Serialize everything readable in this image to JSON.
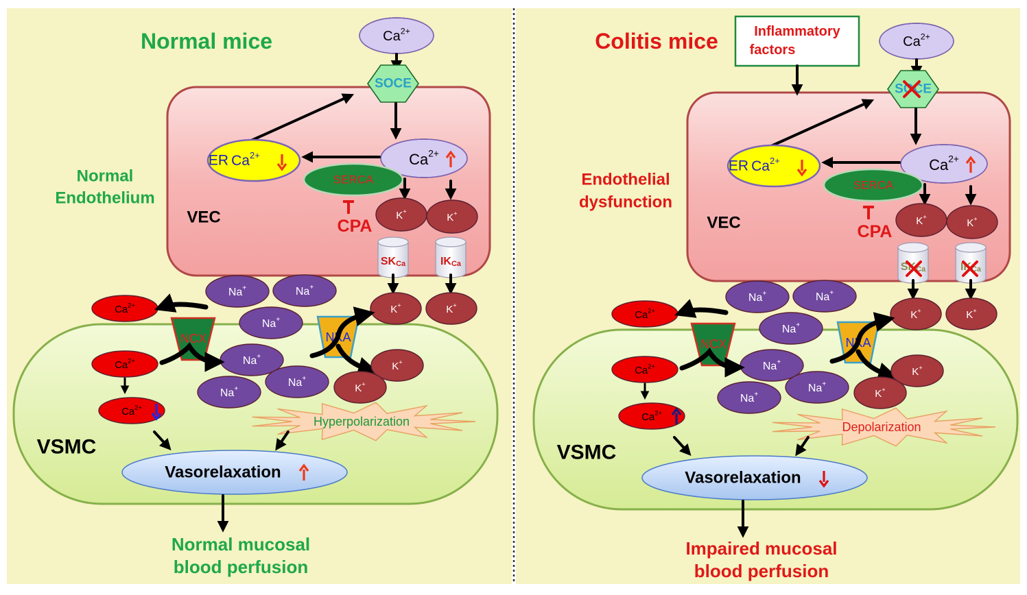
{
  "colors": {
    "panel_bg": "#f6f3c4",
    "vec_fill": "#f4a8a8",
    "vec_stroke": "#b04848",
    "vsmc_fill": "#e2f0a8",
    "vsmc_stroke": "#86b04a",
    "green_text": "#1ea84a",
    "red_text": "#e01818",
    "ca_purple": "#d6ccf2",
    "er_yellow": "#ffff00",
    "serca_green": "#1e8a3c",
    "k_red": "#a8393c",
    "na_purple": "#7048a0",
    "ca_red": "#ee0000",
    "ncx_green": "#19803c",
    "nka_orange": "#f2b018",
    "soce_green": "#9eecaa",
    "vaso_blue": "#c6dcf8",
    "polar_orange": "#fcd8b8"
  },
  "panels": [
    {
      "title": "Normal mice",
      "state_label": [
        "Normal",
        "Endothelium"
      ],
      "vec_label": "VEC",
      "vsmc_label": "VSMC",
      "soce": "SOCE",
      "ca_top": "Ca2+",
      "ca_cyto": "Ca2+",
      "er_ca": "ER Ca2+",
      "serca": "SERCA",
      "cpa": "CPA",
      "sk_base": "SK",
      "sk_sub": "Ca",
      "ik_base": "IK",
      "ik_sub": "Ca",
      "k_ion": "K+",
      "na_ion": "Na+",
      "ca_ion": "Ca2+",
      "ncx": "NCX",
      "nka": "NKA",
      "polarization": "Hyperpolarization",
      "vasorelaxation": "Vasorelaxation",
      "outcome": [
        "Normal mucosal",
        "blood perfusion"
      ]
    },
    {
      "title": "Colitis mice",
      "inflammatory": [
        "Inflammatory",
        "factors"
      ],
      "state_label": [
        "Endothelial",
        "dysfunction"
      ],
      "vec_label": "VEC",
      "vsmc_label": "VSMC",
      "soce": "SOCE",
      "ca_top": "Ca2+",
      "ca_cyto": "Ca2+",
      "er_ca": "ER Ca2+",
      "serca": "SERCA",
      "cpa": "CPA",
      "sk_base": "SK",
      "sk_sub": "Ca",
      "ik_base": "IK",
      "ik_sub": "Ca",
      "k_ion": "K+",
      "na_ion": "Na+",
      "ca_ion": "Ca2+",
      "ncx": "NCX",
      "nka": "NKA",
      "polarization": "Depolarization",
      "vasorelaxation": "Vasorelaxation",
      "outcome": [
        "Impaired mucosal",
        "blood perfusion"
      ]
    }
  ]
}
